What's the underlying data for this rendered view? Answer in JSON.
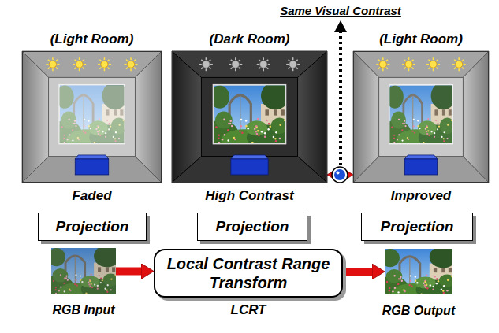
{
  "diagram": {
    "title": "Same Visual Contrast",
    "nodes": [
      {
        "text": [
          "(Light Room)",
          "Faded"
        ]
      },
      {
        "text": [
          "(Dark Room)",
          "High Contrast"
        ]
      },
      {
        "text": [
          "(Light Room)",
          "Improved"
        ]
      },
      {
        "text": [
          "Projection"
        ]
      },
      {
        "text": [
          "Projection"
        ]
      },
      {
        "text": [
          "Projection"
        ]
      },
      {
        "text": [
          "RGB Input"
        ]
      },
      {
        "text": [
          "Local Contrast Range Transform",
          "LCRT"
        ]
      },
      {
        "text": [
          "RGB Output"
        ]
      }
    ],
    "edges": [
      {
        "from": 1,
        "to": 2,
        "arrow": "both"
      },
      {
        "from": 6,
        "to": 7,
        "arrow": "to"
      },
      {
        "from": 7,
        "to": 8,
        "arrow": "to"
      }
    ]
  }
}
